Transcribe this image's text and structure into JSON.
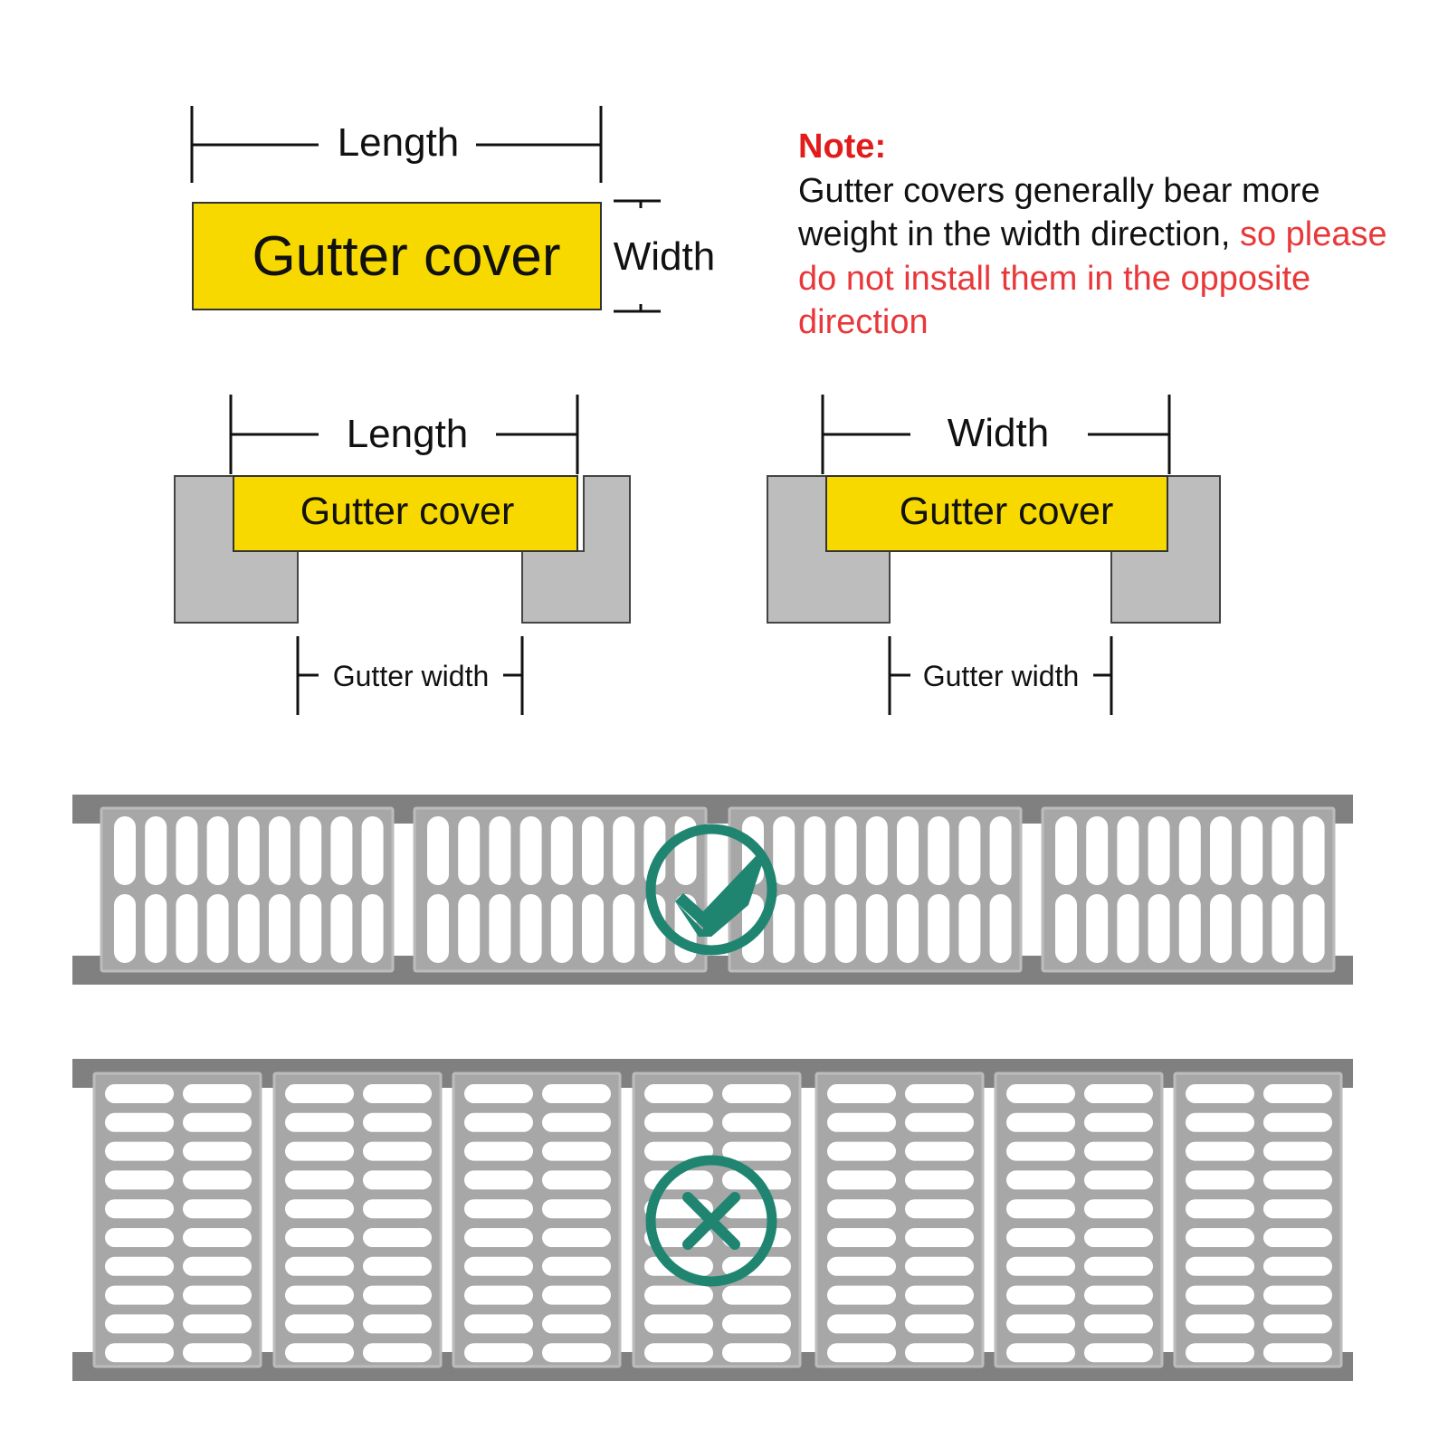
{
  "colors": {
    "cover_fill": "#f7d900",
    "frame_gray": "#bdbdbd",
    "grate_gray": "#a7a7a7",
    "rail_gray": "#808080",
    "note_red": "#e21b1b",
    "mark_teal": "#1f8571"
  },
  "top_diagram": {
    "length_label": "Length",
    "cover_label": "Gutter cover",
    "width_label": "Width"
  },
  "note": {
    "title": "Note:",
    "text_black": "Gutter covers generally bear more weight in the width direction, ",
    "text_red": "so please do not install them in the opposite direction"
  },
  "left_section": {
    "dimension_label": "Length",
    "cover_label": "Gutter cover",
    "gutter_label": "Gutter width"
  },
  "right_section": {
    "dimension_label": "Width",
    "cover_label": "Gutter cover",
    "gutter_label": "Gutter width"
  },
  "correct_grate": {
    "status_icon": "check-icon",
    "status": "correct"
  },
  "wrong_grate": {
    "status_icon": "cross-icon",
    "status": "incorrect"
  }
}
